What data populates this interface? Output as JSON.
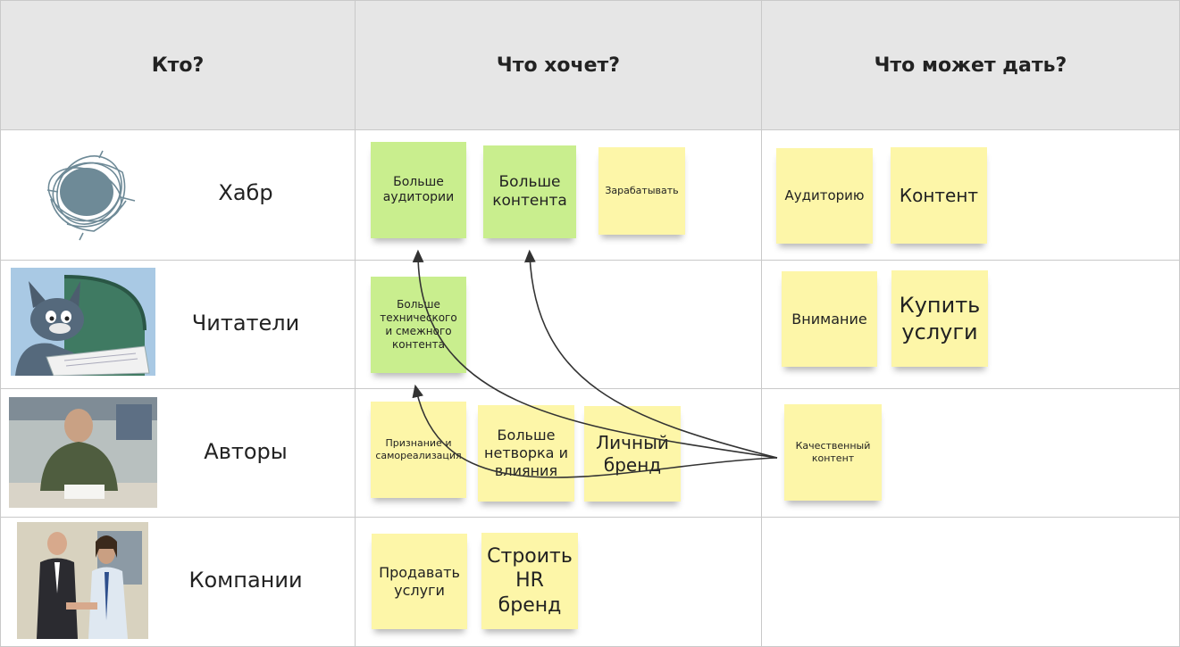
{
  "headers": {
    "who": "Кто?",
    "wants": "Что хочет?",
    "gives": "Что может дать?"
  },
  "rows": [
    {
      "label": "Хабр"
    },
    {
      "label": "Читатели"
    },
    {
      "label": "Авторы"
    },
    {
      "label": "Компании"
    }
  ],
  "stickies": {
    "habr_audience": "Больше аудитории",
    "habr_content": "Больше контента",
    "habr_earn": "Зарабатывать",
    "habr_gives_audience": "Аудиторию",
    "habr_gives_content": "Контент",
    "readers_content": "Больше технического и смежного контента",
    "readers_attention": "Внимание",
    "readers_buy": "Купить услуги",
    "authors_recognition": "Признание и самореализация",
    "authors_network": "Больше нетворка и влияния",
    "authors_brand": "Личный бренд",
    "authors_quality": "Качественный контент",
    "companies_sell": "Продавать услуги",
    "companies_hr": "Строить HR бренд"
  },
  "colors": {
    "yellow_sticky": "#fdf6a8",
    "green_sticky": "#c9ee8e",
    "header_bg": "#e6e6e6",
    "grid_line": "#c9c9c9",
    "arrow": "#333333"
  }
}
